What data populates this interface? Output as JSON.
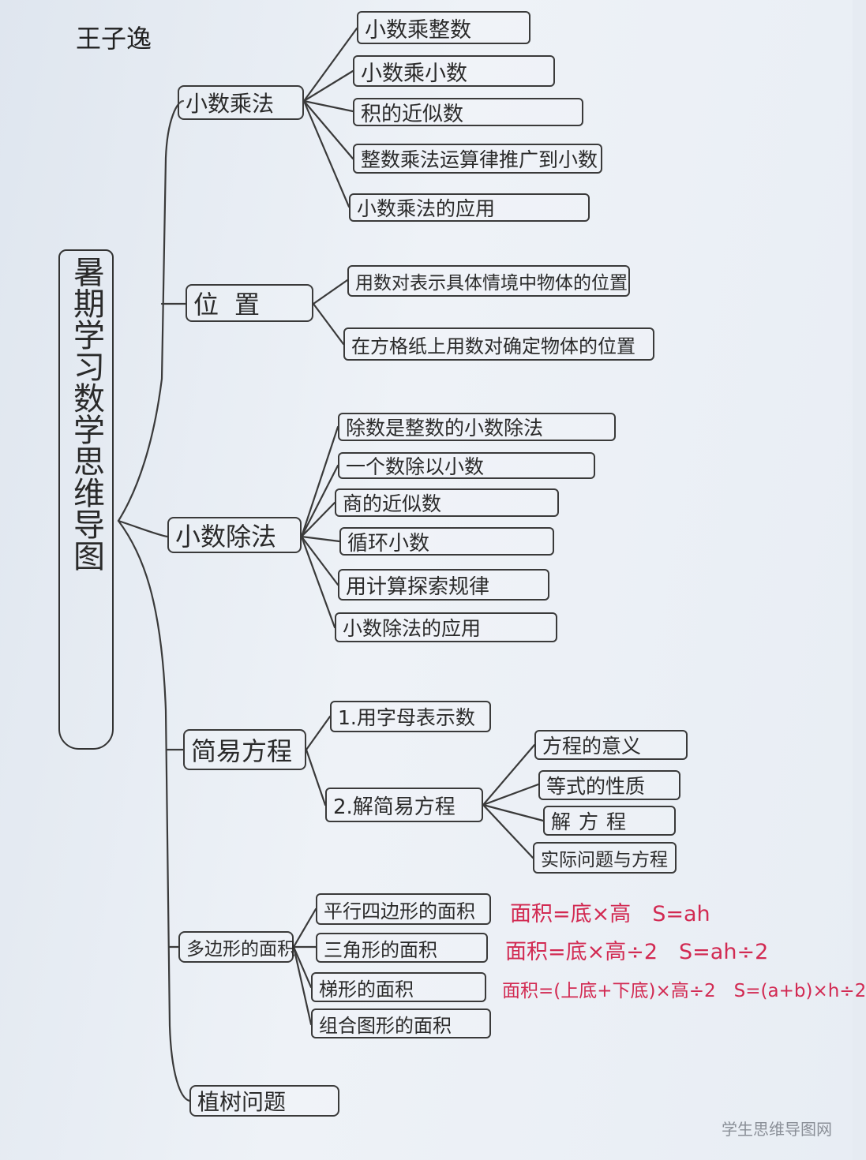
{
  "author": "王子逸",
  "root_title": "暑期学习数学思维导图",
  "watermark": "学生思维导图网",
  "colors": {
    "ink": "#3a3a3a",
    "formula": "#d22a52",
    "paper": "#e6ebf2"
  },
  "topics": {
    "multiplication": {
      "label": "小数乘法",
      "items": [
        "小数乘整数",
        "小数乘小数",
        "积的近似数",
        "整数乘法运算律推广到小数",
        "小数乘法的应用"
      ]
    },
    "position": {
      "label": "位置",
      "items": [
        "用数对表示具体情境中物体的位置",
        "在方格纸上用数对确定物体的位置"
      ]
    },
    "division": {
      "label": "小数除法",
      "items": [
        "除数是整数的小数除法",
        "一个数除以小数",
        "商的近似数",
        "循环小数",
        "用计算探索规律",
        "小数除法的应用"
      ]
    },
    "equation": {
      "label": "简易方程",
      "items": [
        "1.用字母表示数",
        "2.解简易方程"
      ],
      "sub_items": [
        "方程的意义",
        "等式的性质",
        "解方程",
        "实际问题与方程"
      ]
    },
    "polygon": {
      "label": "多边形的面积",
      "items": [
        "平行四边形的面积",
        "三角形的面积",
        "梯形的面积",
        "组合图形的面积"
      ],
      "formulas": [
        "面积=底×高　S=ah",
        "面积=底×高÷2　S=ah÷2",
        "面积=(上底+下底)×高÷2　S=(a+b)×h÷2"
      ]
    },
    "planting": {
      "label": "植树问题"
    }
  }
}
